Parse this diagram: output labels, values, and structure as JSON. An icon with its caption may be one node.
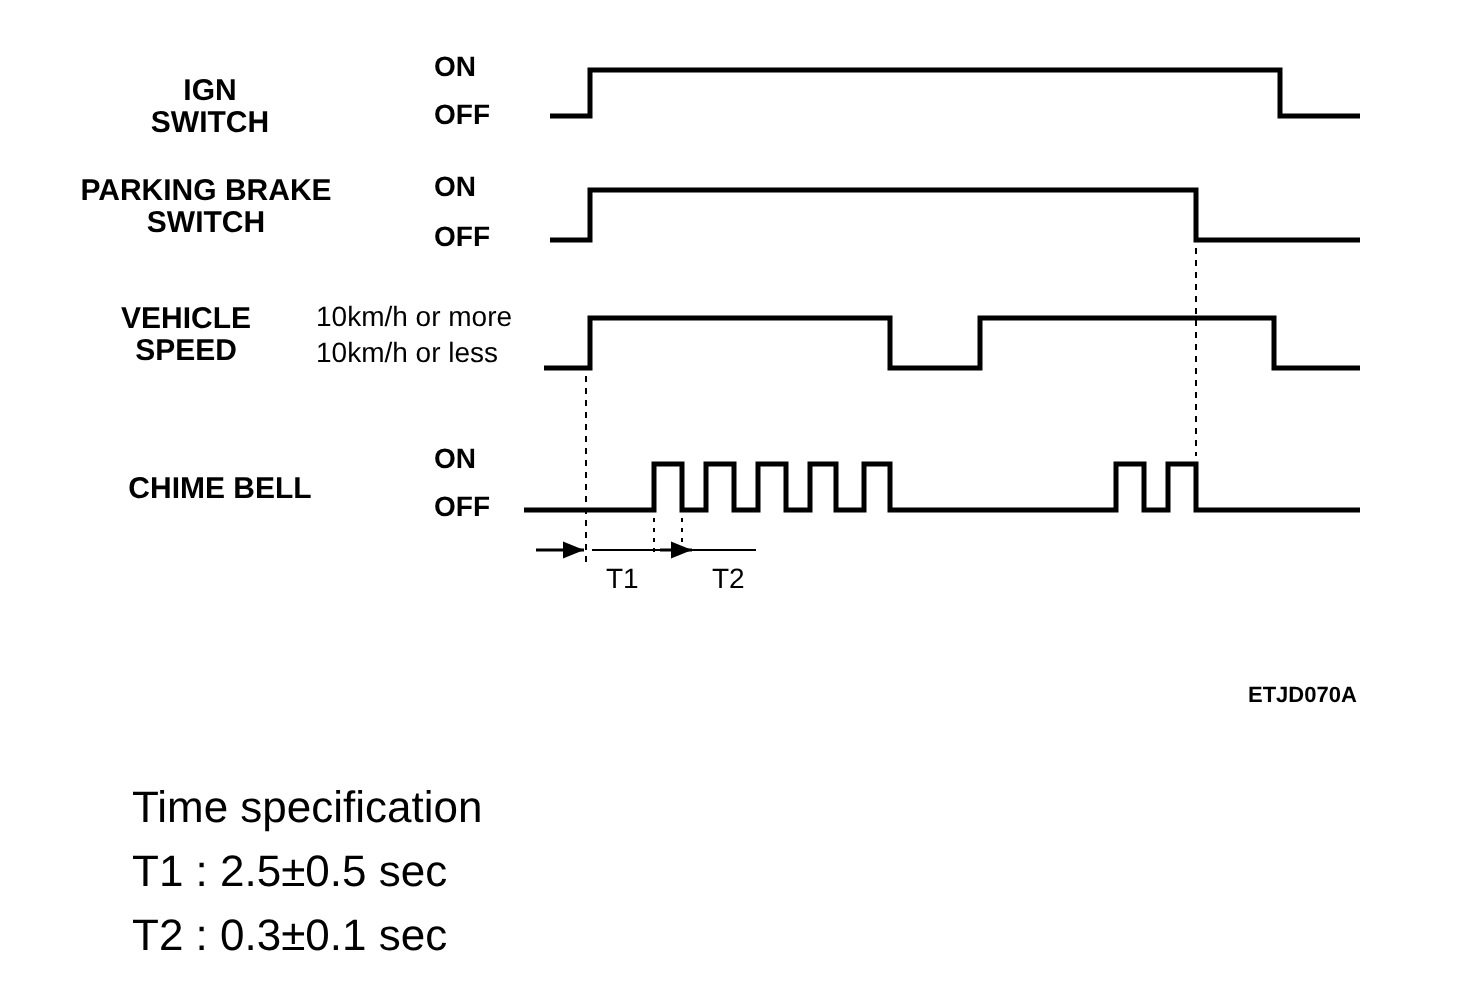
{
  "diagram": {
    "labels": [
      "IGN SWITCH",
      "ON",
      "OFF",
      "PARKING BRAKE SWITCH",
      "ON",
      "OFF",
      "VEHICLE SPEED",
      "10km/h or more",
      "10km/h or less",
      "CHIME BELL",
      "ON",
      "OFF",
      "T1",
      "T2",
      "ETJD070A",
      "Time specification",
      "T1 : 2.5±0.5 sec",
      "T2 : 0.3±0.1 sec"
    ]
  }
}
